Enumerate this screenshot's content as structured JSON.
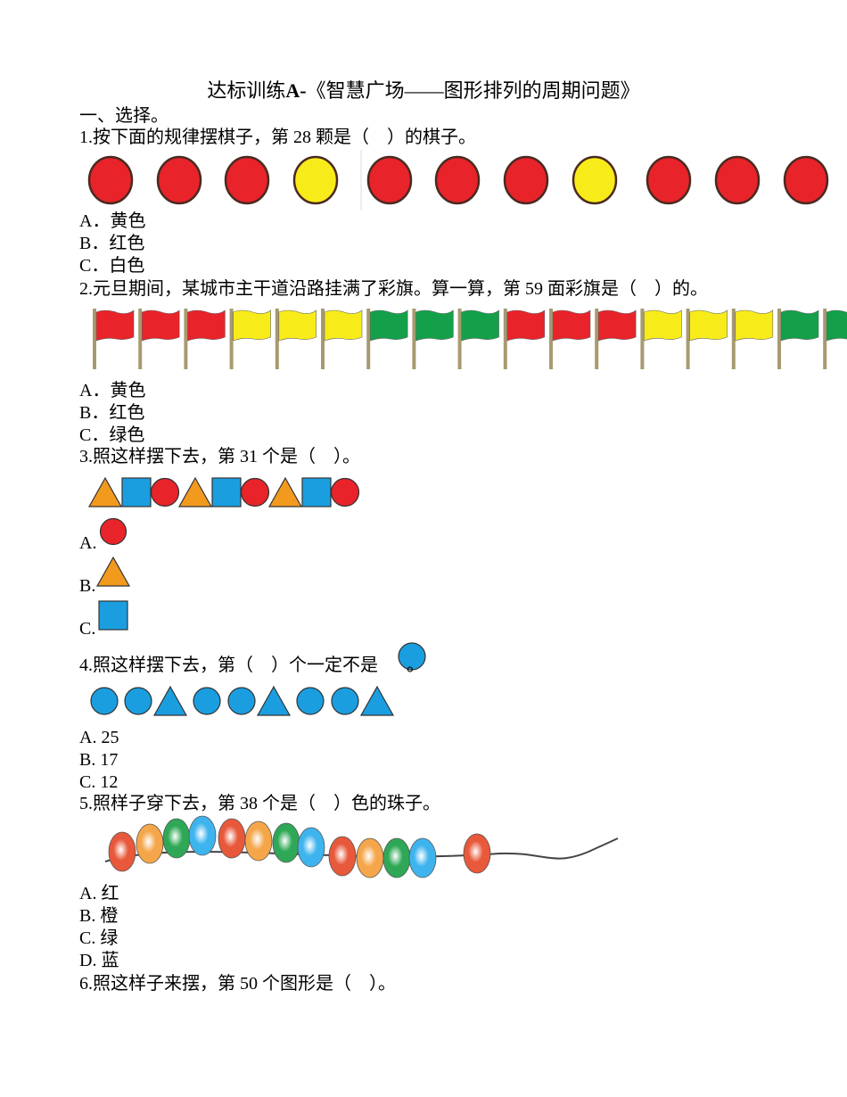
{
  "title": {
    "prefix": "达标训练",
    "bold": "A-",
    "rest": "《智慧广场——图形排列的周期问题》"
  },
  "section": "一、选择。",
  "colors": {
    "red": "#e8232a",
    "yellow": "#f7ec1a",
    "green": "#14a04a",
    "orange": "#f29a1e",
    "blue": "#1a9ee0",
    "bead_red": "#e8583a",
    "bead_orange": "#f5a64a",
    "bead_green": "#2ea856",
    "bead_blue": "#3eb4ee"
  },
  "questions": [
    {
      "text": "1.按下面的规律摆棋子，第 28 颗是（　）的棋子。",
      "figure": [
        "red",
        "red",
        "red",
        "yellow",
        "red",
        "red",
        "red",
        "yellow",
        "red",
        "red",
        "red"
      ],
      "options": [
        "A．黄色",
        "B．红色",
        "C．白色"
      ]
    },
    {
      "text": "2.元旦期间，某城市主干道沿路挂满了彩旗。算一算，第 59 面彩旗是（　）的。",
      "figure": [
        "red",
        "red",
        "red",
        "yellow",
        "yellow",
        "yellow",
        "green",
        "green",
        "green",
        "red",
        "red",
        "red",
        "yellow",
        "yellow",
        "yellow",
        "green",
        "green"
      ],
      "options": [
        "A．黄色",
        "B．红色",
        "C．绿色"
      ]
    },
    {
      "text": "3.照这样摆下去，第 31 个是（　）。",
      "figure": [
        "triangle",
        "square",
        "circle",
        "triangle",
        "square",
        "circle",
        "triangle",
        "square",
        "circle"
      ],
      "options": [
        "A.",
        "B.",
        "C."
      ],
      "option_shapes": [
        "circle",
        "triangle",
        "square"
      ]
    },
    {
      "text": "4.照这样摆下去，第（　）个一定不是",
      "text_end": "。",
      "figure": [
        "circle",
        "circle",
        "triangle",
        "circle",
        "circle",
        "triangle",
        "circle",
        "circle",
        "triangle"
      ],
      "options": [
        "A. 25",
        "B. 17",
        "C. 12"
      ]
    },
    {
      "text": "5.照样子穿下去，第 38 个是（　）色的珠子。",
      "figure": [
        "bead_red",
        "bead_orange",
        "bead_green",
        "bead_blue",
        "bead_red",
        "bead_orange",
        "bead_green",
        "bead_blue",
        "bead_red",
        "bead_orange",
        "bead_green",
        "bead_blue",
        "bead_red"
      ],
      "options": [
        "A. 红",
        "B. 橙",
        "C. 绿",
        "D. 蓝"
      ]
    },
    {
      "text": "6.照这样子来摆，第 50 个图形是（　）。"
    }
  ]
}
